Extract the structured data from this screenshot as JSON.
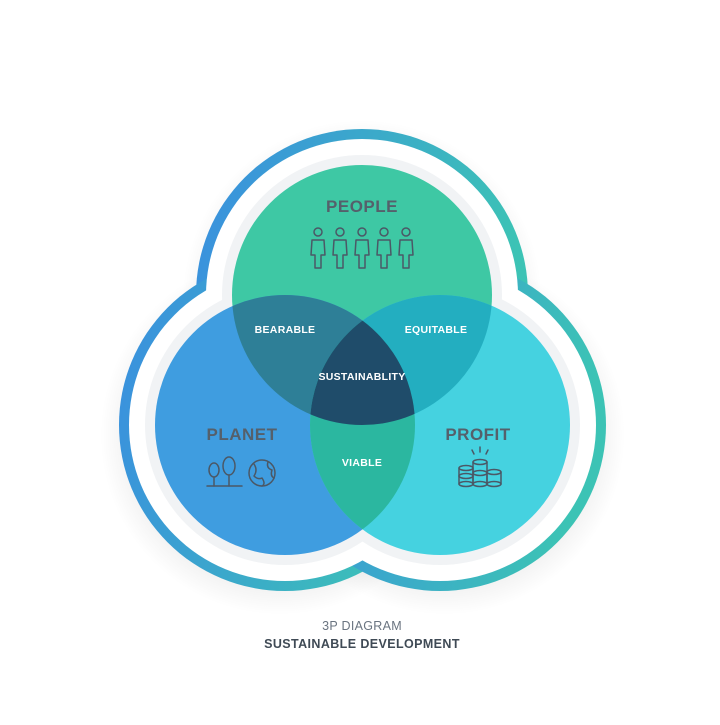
{
  "diagram": {
    "circles": {
      "people": {
        "label": "PEOPLE",
        "icon": "people-icon",
        "color": "#3ec8a4"
      },
      "planet": {
        "label": "PLANET",
        "icon": "planet-icon",
        "color": "#3f9de0"
      },
      "profit": {
        "label": "PROFIT",
        "icon": "coins-icon",
        "color": "#45d2e0"
      }
    },
    "intersections": {
      "people_planet": "BEARABLE",
      "people_profit": "EQUITABLE",
      "planet_profit": "VIABLE",
      "center": "SUSTAINABLITY"
    },
    "colors": {
      "outline_left": "#3a8ee0",
      "outline_right": "#3cc3b5",
      "bearable": "#2e7f97",
      "equitable": "#23aec0",
      "viable": "#2bb7a0",
      "center": "#1f4c6a"
    }
  },
  "caption": {
    "subtitle": "3P DIAGRAM",
    "title": "SUSTAINABLE DEVELOPMENT"
  }
}
